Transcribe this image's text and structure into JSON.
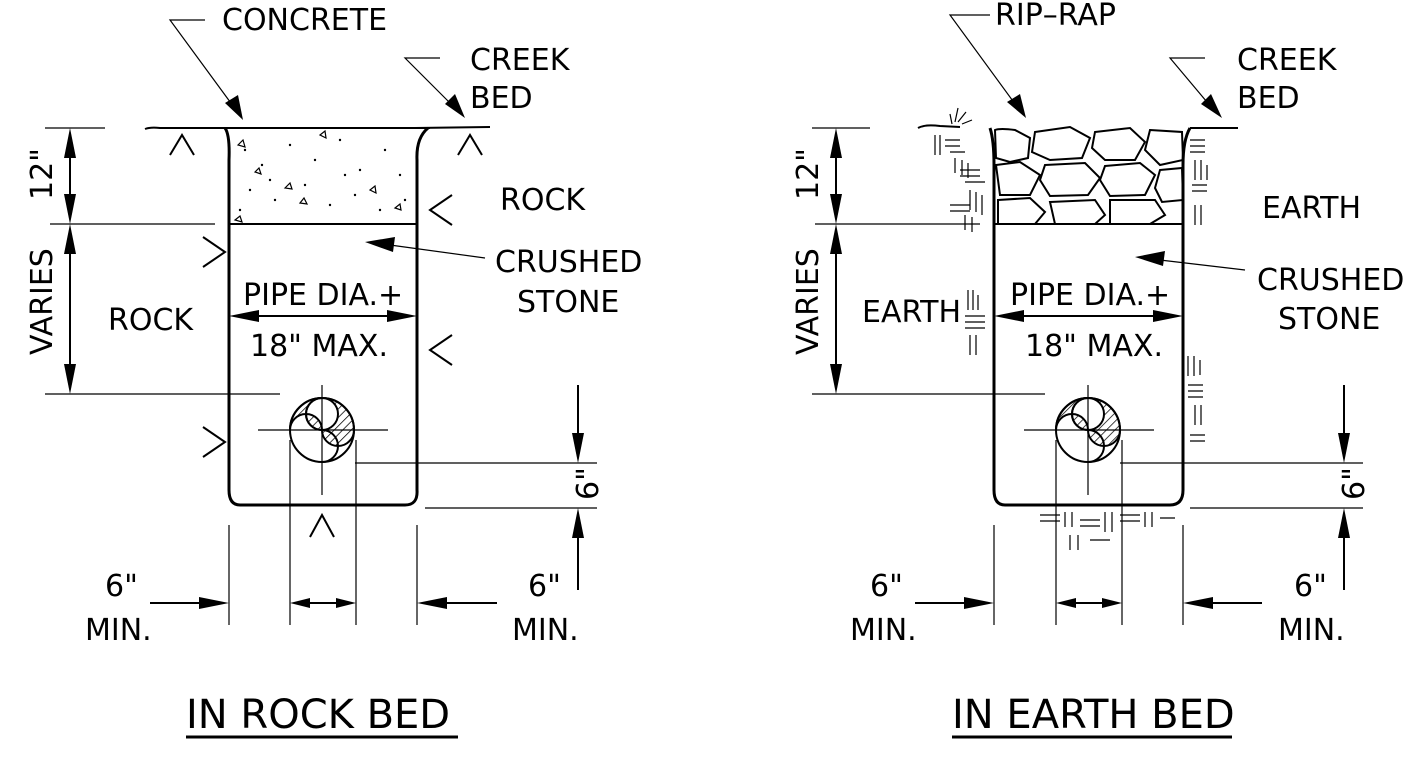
{
  "left_panel": {
    "concrete": "CONCRETE",
    "creek_bed_1": "CREEK",
    "creek_bed_2": "BED",
    "rock_right": "ROCK",
    "rock_left": "ROCK",
    "crushed_1": "CRUSHED",
    "crushed_2": "STONE",
    "pipe_1": "PIPE  DIA.+",
    "pipe_2": "18\"  MAX.",
    "dim_12": "12\"",
    "dim_varies": "VARIES",
    "dim_6_right": "6\"",
    "min_left_1": "6\"",
    "min_left_2": "MIN.",
    "min_right_1": "6\"",
    "min_right_2": "MIN.",
    "title": "IN  ROCK  BED"
  },
  "right_panel": {
    "riprap": "RIP–RAP",
    "creek_bed_1": "CREEK",
    "creek_bed_2": "BED",
    "earth_right": "EARTH",
    "earth_left": "EARTH",
    "crushed_1": "CRUSHED",
    "crushed_2": "STONE",
    "pipe_1": "PIPE  DIA.+",
    "pipe_2": "18\"  MAX.",
    "dim_12": "12\"",
    "dim_varies": "VARIES",
    "dim_6_right": "6\"",
    "min_left_1": "6\"",
    "min_left_2": "MIN.",
    "min_right_1": "6\"",
    "min_right_2": "MIN.",
    "title": "IN  EARTH  BED"
  }
}
